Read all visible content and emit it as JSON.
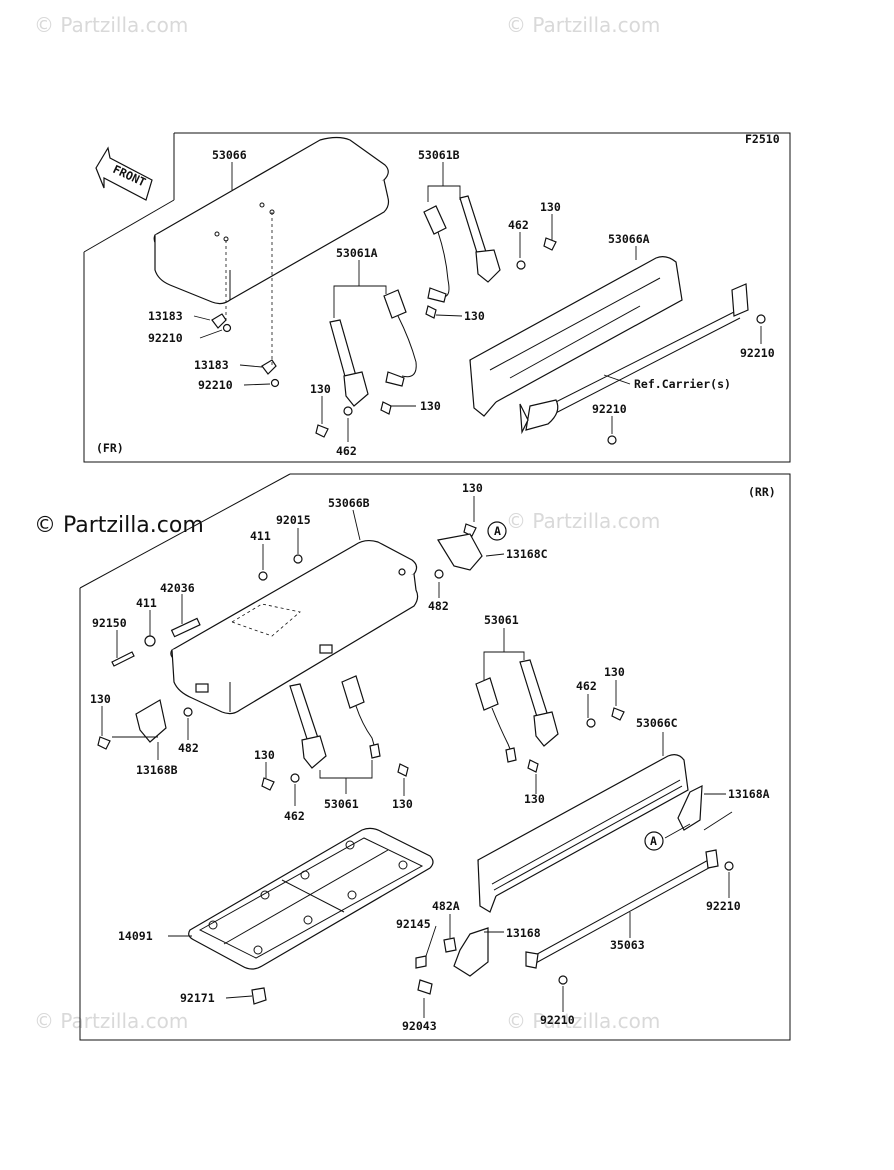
{
  "watermarks": {
    "light": "© Partzilla.com",
    "dark": "© Partzilla.com"
  },
  "diagram": {
    "code": "F2510",
    "front_arrow": "FRONT",
    "front_section": "(FR)",
    "rear_section": "(RR)"
  },
  "callouts": {
    "p53066": "53066",
    "p53061B": "53061B",
    "p130_a": "130",
    "p462_a": "462",
    "p53066A": "53066A",
    "p53061A": "53061A",
    "p130_b": "130",
    "p13183_a": "13183",
    "p92210_a": "92210",
    "p13183_b": "13183",
    "p92210_b": "92210",
    "p92210_c": "92210",
    "ref_carrier": "Ref.Carrier(s)",
    "p92210_d": "92210",
    "p130_c": "130",
    "p130_d": "130",
    "p462_b": "462",
    "p130_e": "130",
    "p53066B": "53066B",
    "p92015": "92015",
    "p411_a": "411",
    "p42036": "42036",
    "p411_b": "411",
    "p92150": "92150",
    "p13168C": "13168C",
    "p482_a": "482",
    "p53061_a": "53061",
    "p130_f": "130",
    "p462_c": "462",
    "p130_g": "130",
    "p482_b": "482",
    "p13168B": "13168B",
    "p130_h": "130",
    "p462_d": "462",
    "p53061_b": "53061",
    "p130_i": "130",
    "p130_j": "130",
    "p53066C": "53066C",
    "p13168A": "13168A",
    "p92210_e": "92210",
    "p14091": "14091",
    "p482A": "482A",
    "p13168": "13168",
    "p92145": "92145",
    "p35063": "35063",
    "p92171": "92171",
    "p92043": "92043",
    "p92210_f": "92210",
    "ref_A_1": "A",
    "ref_A_2": "A"
  }
}
